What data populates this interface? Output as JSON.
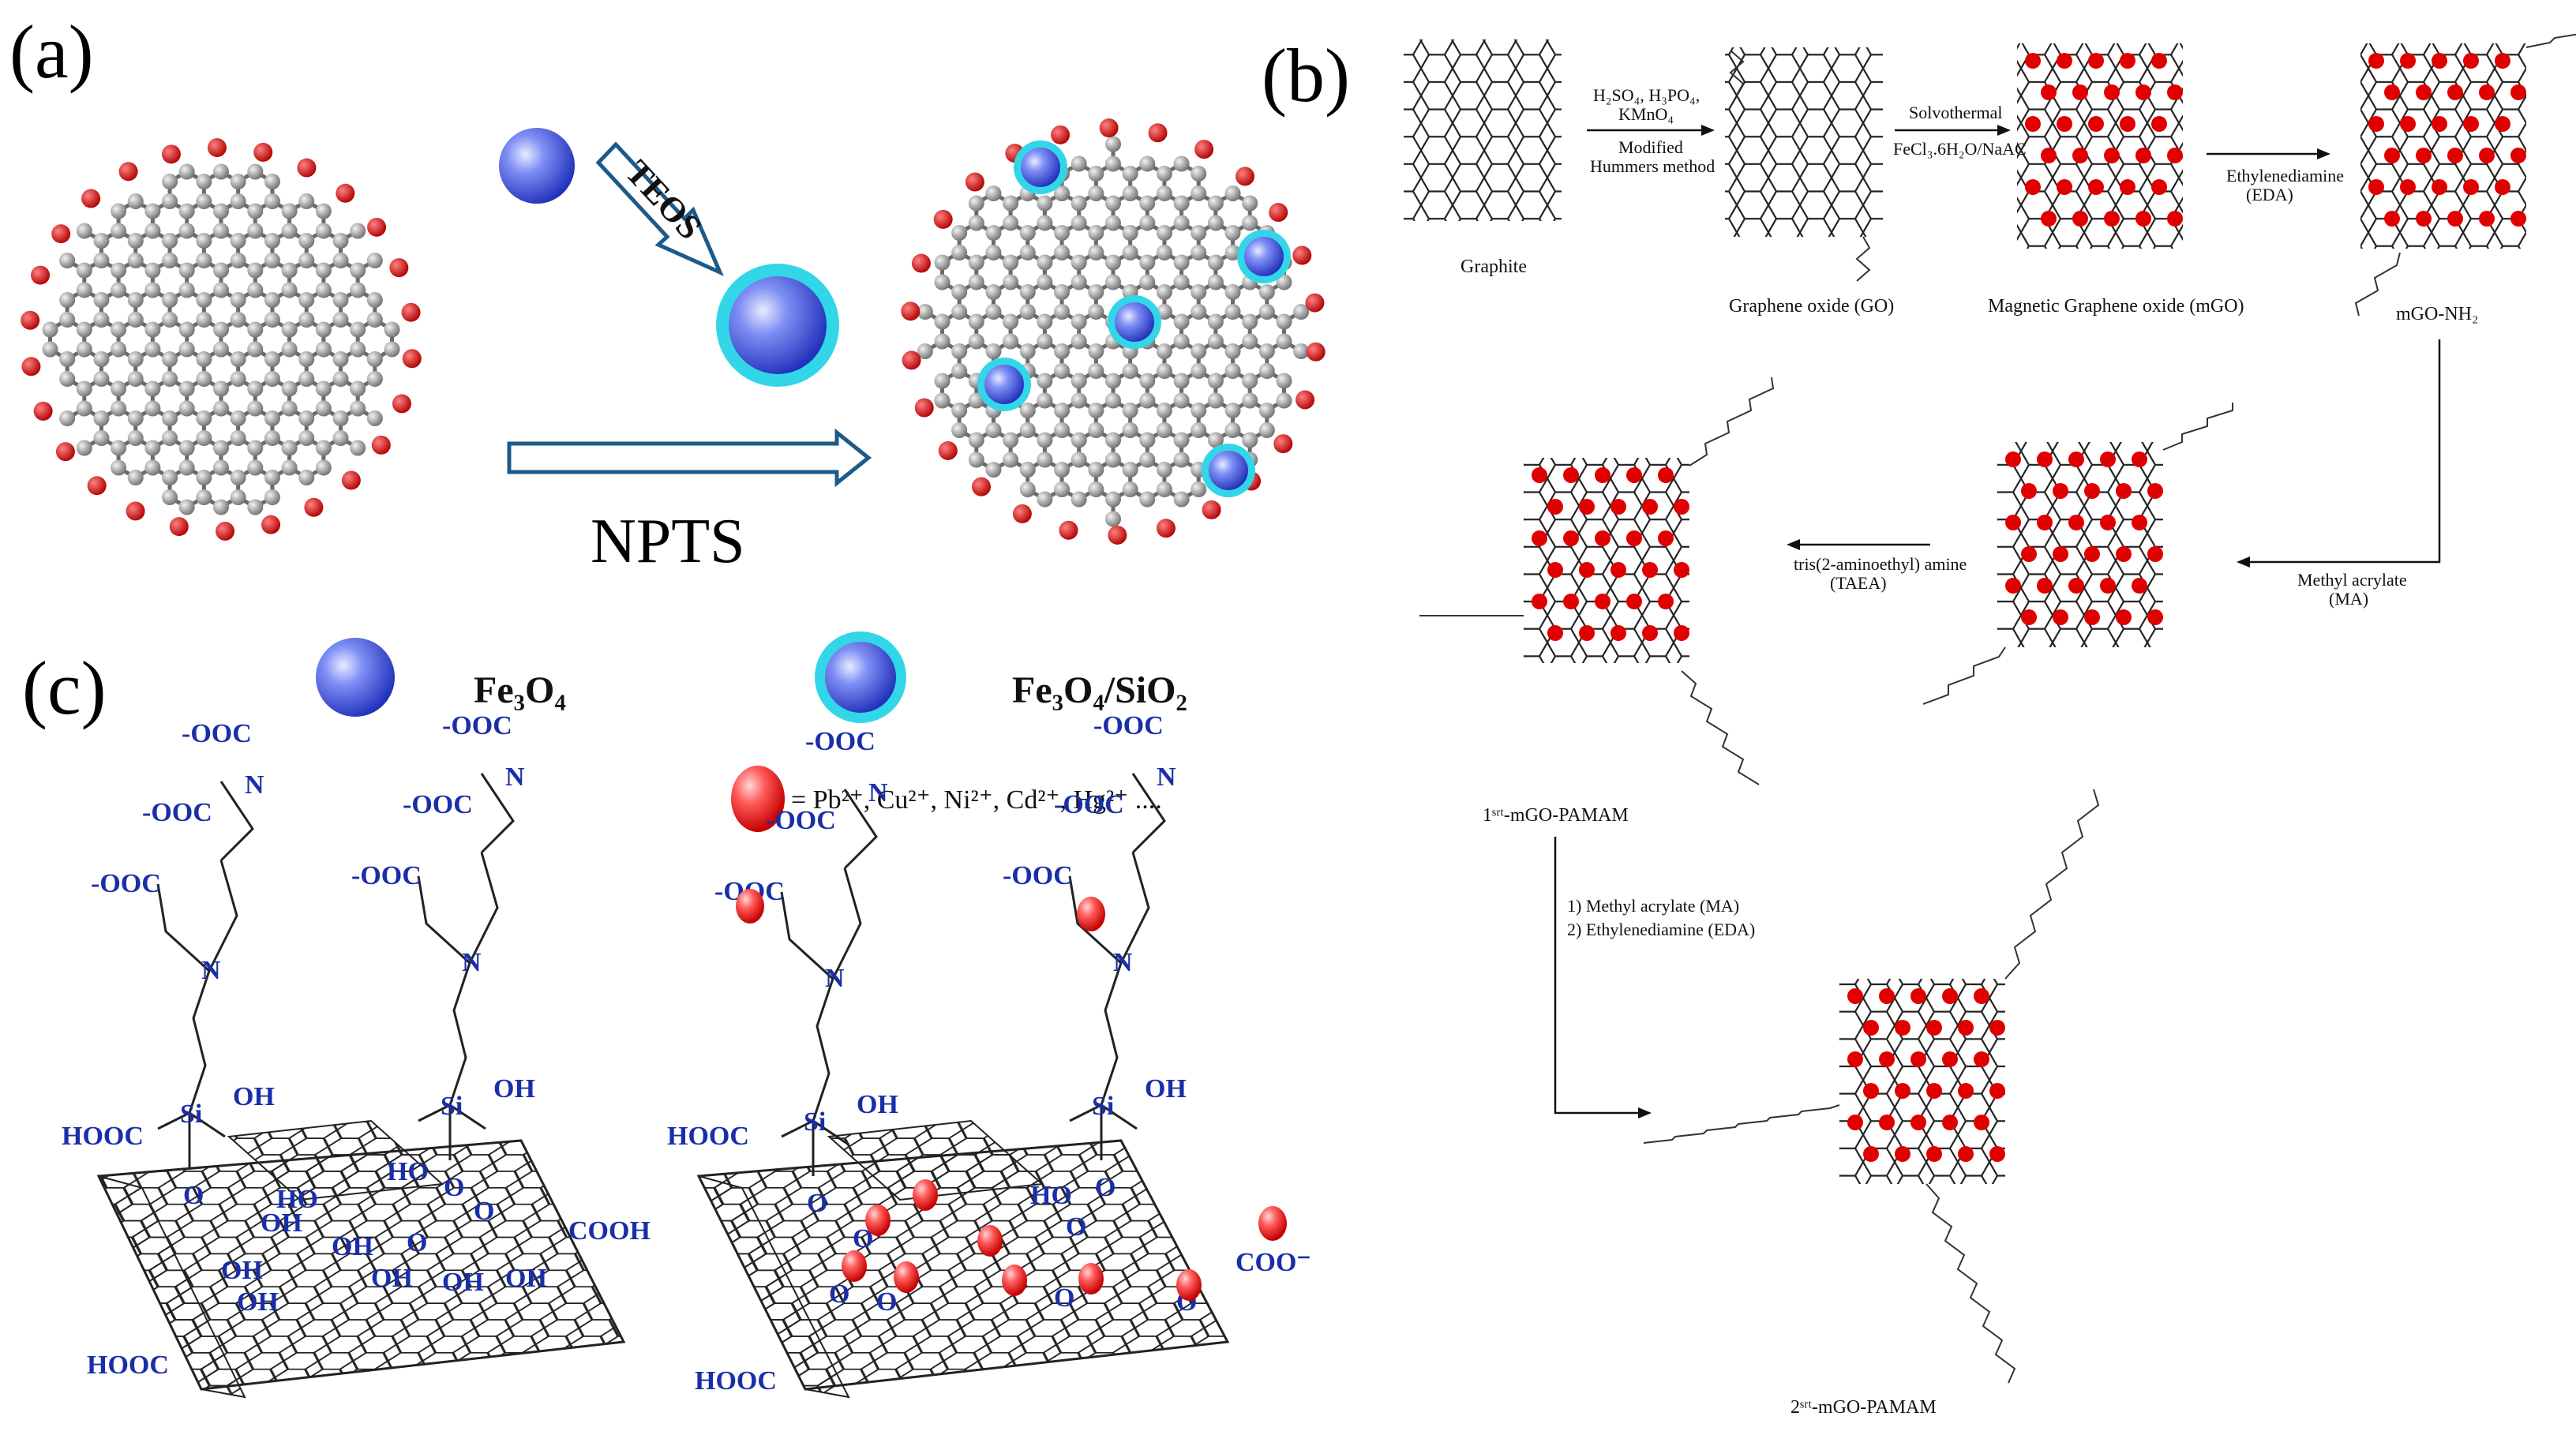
{
  "panels": {
    "a": {
      "label": "(a)",
      "arrow_top_text": "TEOS",
      "arrow_main_text": "NPTS"
    },
    "b": {
      "label": "(b)",
      "graphite": "Graphite",
      "step1_top": "H₂SO₄, H₃PO₄,",
      "step1_top2": "KMnO₄",
      "step1_bottom": "Modified",
      "step1_bottom2": "Hummers method",
      "go": "Graphene oxide (GO)",
      "step2_top": "Solvothermal",
      "step2_bottom": "FeCl₃.6H₂O/NaAC",
      "mgo": "Magnetic Graphene oxide (mGO)",
      "step3_bottom": "Ethylenediamine",
      "step3_bottom2": "(EDA)",
      "mgo_nh2": "mGO-NH₂",
      "step4_bottom": "Methyl acrylate",
      "step4_bottom2": "(MA)",
      "step5_top": "tris(2-aminoethyl) amine",
      "step5_bottom": "(TAEA)",
      "first_gen": "1ˢʳᵗ-mGO-PAMAM",
      "step6_a": "1) Methyl acrylate (MA)",
      "step6_b": "2) Ethylenediamine (EDA)",
      "second_gen": "2ˢʳᵗ-mGO-PAMAM"
    },
    "c": {
      "label": "(c)",
      "legend_fe3o4": "Fe₃O₄",
      "legend_fe3o4_sio2": "Fe₃O₄/SiO₂",
      "ion_list": "= Pb²⁺, Cu²⁺,  Ni²⁺, Cd²⁺, Hg²⁺ ....",
      "groups": {
        "ooc": "-OOC",
        "hooc": "HOOC",
        "cooh": "COOH",
        "coo": "COO⁻",
        "oh": "OH",
        "ho": "HO",
        "o": "O",
        "n": "N",
        "si": "Si"
      }
    }
  },
  "colors": {
    "carbon": "#8a8a8a",
    "oxygen": "#d81818",
    "sphere_blue": "#3a4fe0",
    "silica_shell": "#33d6e8",
    "arrow_outline": "#1c5a8a",
    "dot_red": "#e00000",
    "chem_blue": "#1a2ea8"
  }
}
